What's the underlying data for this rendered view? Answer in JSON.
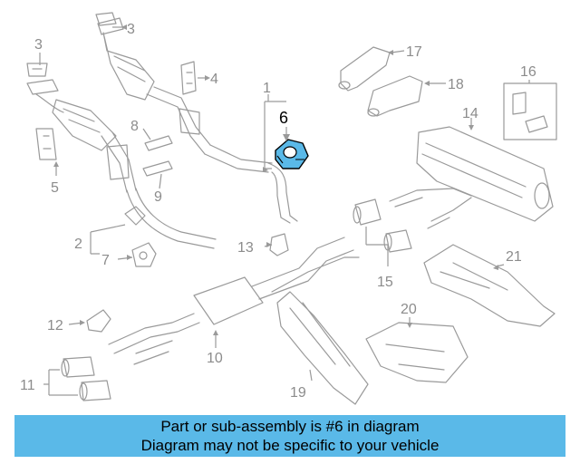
{
  "callouts": {
    "c1": "1",
    "c2": "2",
    "c3a": "3",
    "c3b": "3",
    "c4": "4",
    "c5": "5",
    "c6": "6",
    "c7": "7",
    "c8": "8",
    "c9": "9",
    "c10": "10",
    "c11": "11",
    "c12": "12",
    "c13": "13",
    "c14": "14",
    "c15": "15",
    "c16": "16",
    "c17": "17",
    "c18": "18",
    "c19": "19",
    "c20": "20",
    "c21": "21"
  },
  "highlight_color": "#5ab9e8",
  "banner": {
    "line1": "Part or sub-assembly is #6 in diagram",
    "line2": "Diagram may not be specific to your vehicle"
  }
}
